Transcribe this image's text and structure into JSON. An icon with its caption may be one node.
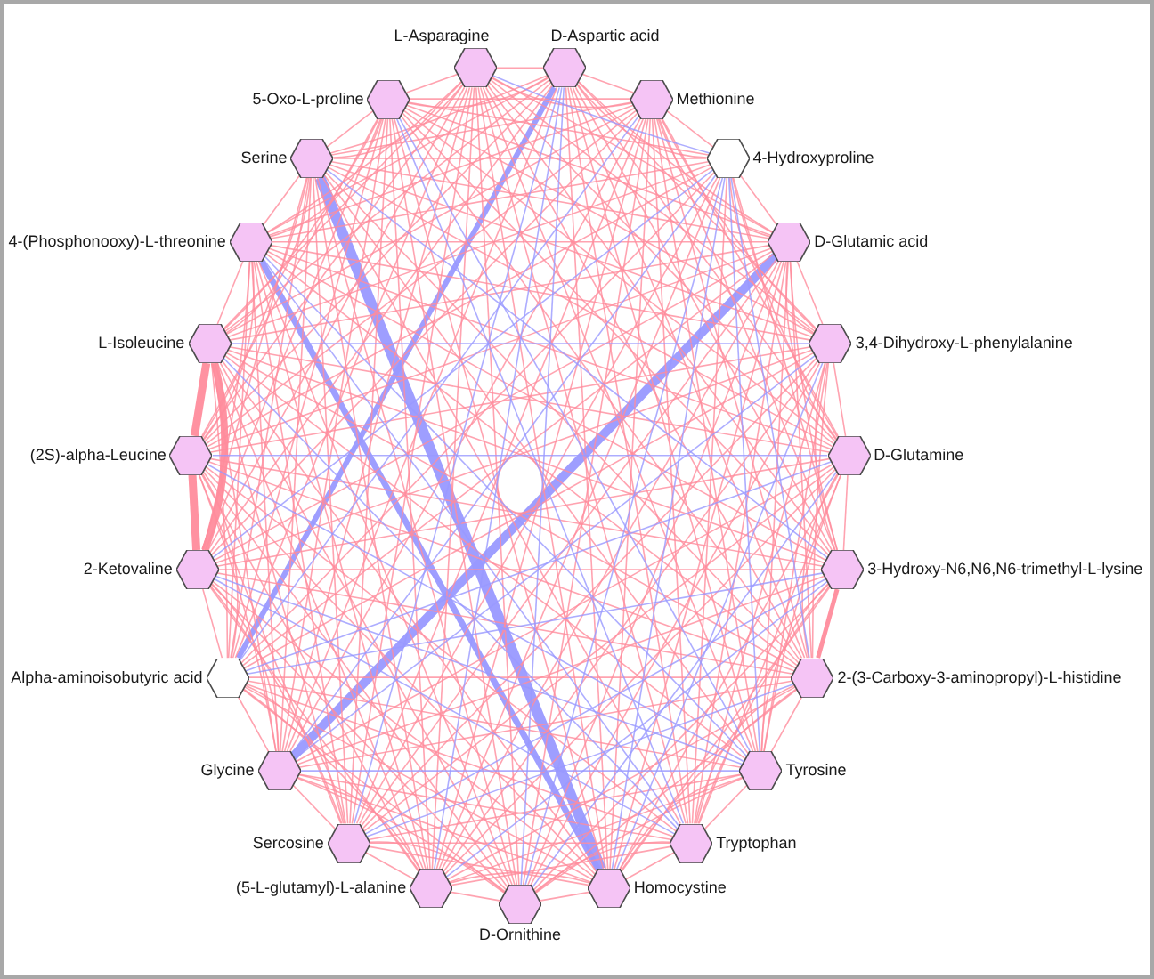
{
  "diagram": {
    "nodes": [
      {
        "text": [
          "L-Asparagine"
        ]
      },
      {
        "text": [
          "D-Aspartic acid"
        ]
      },
      {
        "text": [
          "Methionine"
        ]
      },
      {
        "text": [
          "4-Hydroxyproline"
        ]
      },
      {
        "text": [
          "D-Glutamic acid"
        ]
      },
      {
        "text": [
          "3,4-Dihydroxy-L-phenylalanine"
        ]
      },
      {
        "text": [
          "D-Glutamine"
        ]
      },
      {
        "text": [
          "3-Hydroxy-N6,N6,N6-trimethyl-L-lysine"
        ]
      },
      {
        "text": [
          "2-(3-Carboxy-3-aminopropyl)-L-histidine"
        ]
      },
      {
        "text": [
          "Tyrosine"
        ]
      },
      {
        "text": [
          "Tryptophan"
        ]
      },
      {
        "text": [
          "Homocystine"
        ]
      },
      {
        "text": [
          "D-Ornithine"
        ]
      },
      {
        "text": [
          "(5-L-glutamyl)-L-alanine"
        ]
      },
      {
        "text": [
          "Sercosine"
        ]
      },
      {
        "text": [
          "Glycine"
        ]
      },
      {
        "text": [
          "Alpha-aminoisobutyric acid"
        ]
      },
      {
        "text": [
          "2-Ketovaline"
        ]
      },
      {
        "text": [
          "(2S)-alpha-Leucine"
        ]
      },
      {
        "text": [
          "L-Isoleucine"
        ]
      },
      {
        "text": [
          "4-(Phosphonooxy)-L-threonine"
        ]
      },
      {
        "text": [
          "Serine"
        ]
      },
      {
        "text": [
          "5-Oxo-L-proline"
        ]
      }
    ],
    "edges": [
      {
        "from": 0,
        "to": 1,
        "arrow": "none"
      },
      {
        "from": 0,
        "to": 2,
        "arrow": "none"
      },
      {
        "from": 0,
        "to": 3,
        "arrow": "none",
        "color": "#9999ff"
      },
      {
        "from": 0,
        "to": 4,
        "arrow": "none"
      },
      {
        "from": 0,
        "to": 5,
        "arrow": "none"
      },
      {
        "from": 0,
        "to": 6,
        "arrow": "none"
      },
      {
        "from": 0,
        "to": 7,
        "arrow": "none"
      },
      {
        "from": 0,
        "to": 8,
        "arrow": "none"
      },
      {
        "from": 0,
        "to": 9,
        "arrow": "none"
      },
      {
        "from": 0,
        "to": 10,
        "arrow": "none"
      },
      {
        "from": 0,
        "to": 11,
        "arrow": "none"
      },
      {
        "from": 0,
        "to": 12,
        "arrow": "none"
      },
      {
        "from": 0,
        "to": 13,
        "arrow": "none"
      },
      {
        "from": 0,
        "to": 14,
        "arrow": "none"
      },
      {
        "from": 0,
        "to": 15,
        "arrow": "none"
      },
      {
        "from": 0,
        "to": 16,
        "arrow": "none"
      },
      {
        "from": 0,
        "to": 17,
        "arrow": "none"
      },
      {
        "from": 0,
        "to": 18,
        "arrow": "none"
      },
      {
        "from": 0,
        "to": 19,
        "arrow": "none"
      },
      {
        "from": 0,
        "to": 20,
        "arrow": "none"
      },
      {
        "from": 0,
        "to": 21,
        "arrow": "none"
      },
      {
        "from": 0,
        "to": 22,
        "arrow": "none"
      },
      {
        "from": 1,
        "to": 2,
        "arrow": "none"
      },
      {
        "from": 1,
        "to": 3,
        "arrow": "none"
      },
      {
        "from": 1,
        "to": 4,
        "arrow": "none"
      },
      {
        "from": 1,
        "to": 5,
        "arrow": "none"
      },
      {
        "from": 1,
        "to": 6,
        "arrow": "none"
      },
      {
        "from": 1,
        "to": 7,
        "arrow": "none"
      },
      {
        "from": 1,
        "to": 8,
        "arrow": "none"
      },
      {
        "from": 1,
        "to": 9,
        "arrow": "none"
      },
      {
        "from": 1,
        "to": 10,
        "arrow": "none"
      },
      {
        "from": 1,
        "to": 11,
        "arrow": "none"
      },
      {
        "from": 1,
        "to": 12,
        "arrow": "none",
        "color": "#9999ff"
      },
      {
        "from": 1,
        "to": 13,
        "arrow": "none",
        "color": "#9999ff"
      },
      {
        "from": 1,
        "to": 14,
        "arrow": "none",
        "color": "#9999ff"
      },
      {
        "from": 1,
        "to": 15,
        "arrow": "none"
      },
      {
        "from": 1,
        "to": 16,
        "arrow": "none",
        "color": "#9999ff",
        "style": "thick"
      },
      {
        "from": 1,
        "to": 17,
        "arrow": "none"
      },
      {
        "from": 1,
        "to": 18,
        "arrow": "none"
      },
      {
        "from": 1,
        "to": 19,
        "arrow": "none"
      },
      {
        "from": 1,
        "to": 20,
        "arrow": "none"
      },
      {
        "from": 1,
        "to": 21,
        "arrow": "none"
      },
      {
        "from": 1,
        "to": 22,
        "arrow": "none"
      },
      {
        "from": 2,
        "to": 3,
        "arrow": "none"
      },
      {
        "from": 2,
        "to": 4,
        "arrow": "none"
      },
      {
        "from": 2,
        "to": 5,
        "arrow": "none"
      },
      {
        "from": 2,
        "to": 6,
        "arrow": "none"
      },
      {
        "from": 2,
        "to": 7,
        "arrow": "none"
      },
      {
        "from": 2,
        "to": 8,
        "arrow": "none"
      },
      {
        "from": 2,
        "to": 9,
        "arrow": "none"
      },
      {
        "from": 2,
        "to": 10,
        "arrow": "none"
      },
      {
        "from": 2,
        "to": 11,
        "arrow": "none"
      },
      {
        "from": 2,
        "to": 12,
        "arrow": "none"
      },
      {
        "from": 2,
        "to": 13,
        "arrow": "none"
      },
      {
        "from": 2,
        "to": 14,
        "arrow": "none"
      },
      {
        "from": 2,
        "to": 15,
        "arrow": "none"
      },
      {
        "from": 2,
        "to": 16,
        "arrow": "none",
        "color": "#9999ff"
      },
      {
        "from": 2,
        "to": 17,
        "arrow": "none"
      },
      {
        "from": 2,
        "to": 18,
        "arrow": "none"
      },
      {
        "from": 2,
        "to": 19,
        "arrow": "none"
      },
      {
        "from": 2,
        "to": 20,
        "arrow": "none"
      },
      {
        "from": 2,
        "to": 21,
        "arrow": "none"
      },
      {
        "from": 2,
        "to": 22,
        "arrow": "none"
      },
      {
        "from": 3,
        "to": 4,
        "arrow": "none"
      },
      {
        "from": 3,
        "to": 5,
        "arrow": "none"
      },
      {
        "from": 3,
        "to": 6,
        "arrow": "none"
      },
      {
        "from": 3,
        "to": 7,
        "arrow": "none"
      },
      {
        "from": 3,
        "to": 8,
        "arrow": "none",
        "color": "#9999ff"
      },
      {
        "from": 3,
        "to": 9,
        "arrow": "none",
        "color": "#9999ff"
      },
      {
        "from": 3,
        "to": 10,
        "arrow": "none"
      },
      {
        "from": 3,
        "to": 11,
        "arrow": "none",
        "color": "#9999ff"
      },
      {
        "from": 3,
        "to": 12,
        "arrow": "none",
        "color": "#9999ff"
      },
      {
        "from": 3,
        "to": 13,
        "arrow": "none"
      },
      {
        "from": 3,
        "to": 14,
        "arrow": "none"
      },
      {
        "from": 3,
        "to": 15,
        "arrow": "none",
        "color": "#9999ff"
      },
      {
        "from": 3,
        "to": 16,
        "arrow": "none"
      },
      {
        "from": 3,
        "to": 17,
        "arrow": "none",
        "color": "#9999ff"
      },
      {
        "from": 3,
        "to": 18,
        "arrow": "none"
      },
      {
        "from": 3,
        "to": 19,
        "arrow": "none"
      },
      {
        "from": 3,
        "to": 20,
        "arrow": "none"
      },
      {
        "from": 3,
        "to": 21,
        "arrow": "none"
      },
      {
        "from": 3,
        "to": 22,
        "arrow": "none"
      },
      {
        "from": 4,
        "to": 5,
        "arrow": "none"
      },
      {
        "from": 4,
        "to": 6,
        "arrow": "none"
      },
      {
        "from": 4,
        "to": 7,
        "arrow": "none"
      },
      {
        "from": 4,
        "to": 8,
        "arrow": "none"
      },
      {
        "from": 4,
        "to": 9,
        "arrow": "none"
      },
      {
        "from": 4,
        "to": 10,
        "arrow": "none"
      },
      {
        "from": 4,
        "to": 11,
        "arrow": "none"
      },
      {
        "from": 4,
        "to": 12,
        "arrow": "none"
      },
      {
        "from": 4,
        "to": 13,
        "arrow": "none"
      },
      {
        "from": 4,
        "to": 14,
        "arrow": "none"
      },
      {
        "from": 4,
        "to": 15,
        "arrow": "none",
        "color": "#9999ff",
        "style": "thick"
      },
      {
        "from": 4,
        "to": 16,
        "arrow": "none"
      },
      {
        "from": 4,
        "to": 17,
        "arrow": "none"
      },
      {
        "from": 4,
        "to": 18,
        "arrow": "none"
      },
      {
        "from": 4,
        "to": 19,
        "arrow": "none"
      },
      {
        "from": 4,
        "to": 20,
        "arrow": "none"
      },
      {
        "from": 4,
        "to": 21,
        "arrow": "none"
      },
      {
        "from": 4,
        "to": 22,
        "arrow": "none"
      },
      {
        "from": 5,
        "to": 6,
        "arrow": "none"
      },
      {
        "from": 5,
        "to": 7,
        "arrow": "none"
      },
      {
        "from": 5,
        "to": 8,
        "arrow": "none"
      },
      {
        "from": 5,
        "to": 9,
        "arrow": "none"
      },
      {
        "from": 5,
        "to": 10,
        "arrow": "none"
      },
      {
        "from": 5,
        "to": 11,
        "arrow": "none",
        "color": "#9999ff"
      },
      {
        "from": 5,
        "to": 12,
        "arrow": "none"
      },
      {
        "from": 5,
        "to": 13,
        "arrow": "none"
      },
      {
        "from": 5,
        "to": 14,
        "arrow": "none"
      },
      {
        "from": 5,
        "to": 15,
        "arrow": "none",
        "color": "#9999ff"
      },
      {
        "from": 5,
        "to": 16,
        "arrow": "none"
      },
      {
        "from": 5,
        "to": 17,
        "arrow": "none"
      },
      {
        "from": 5,
        "to": 18,
        "arrow": "none"
      },
      {
        "from": 5,
        "to": 19,
        "arrow": "none",
        "color": "#9999ff"
      },
      {
        "from": 5,
        "to": 20,
        "arrow": "none"
      },
      {
        "from": 5,
        "to": 21,
        "arrow": "none"
      },
      {
        "from": 5,
        "to": 22,
        "arrow": "none"
      },
      {
        "from": 6,
        "to": 7,
        "arrow": "none"
      },
      {
        "from": 6,
        "to": 8,
        "arrow": "none"
      },
      {
        "from": 6,
        "to": 9,
        "arrow": "none"
      },
      {
        "from": 6,
        "to": 10,
        "arrow": "none"
      },
      {
        "from": 6,
        "to": 11,
        "arrow": "none"
      },
      {
        "from": 6,
        "to": 12,
        "arrow": "none",
        "color": "#9999ff"
      },
      {
        "from": 6,
        "to": 13,
        "arrow": "none"
      },
      {
        "from": 6,
        "to": 14,
        "arrow": "none"
      },
      {
        "from": 6,
        "to": 15,
        "arrow": "none"
      },
      {
        "from": 6,
        "to": 16,
        "arrow": "none",
        "color": "#9999ff"
      },
      {
        "from": 6,
        "to": 17,
        "arrow": "none"
      },
      {
        "from": 6,
        "to": 18,
        "arrow": "none",
        "color": "#9999ff"
      },
      {
        "from": 6,
        "to": 19,
        "arrow": "none"
      },
      {
        "from": 6,
        "to": 20,
        "arrow": "none"
      },
      {
        "from": 6,
        "to": 21,
        "arrow": "none"
      },
      {
        "from": 6,
        "to": 22,
        "arrow": "none"
      },
      {
        "from": 7,
        "to": 8,
        "arrow": "none",
        "style": "thick"
      },
      {
        "from": 7,
        "to": 9,
        "arrow": "none"
      },
      {
        "from": 7,
        "to": 10,
        "arrow": "none"
      },
      {
        "from": 7,
        "to": 11,
        "arrow": "none"
      },
      {
        "from": 7,
        "to": 12,
        "arrow": "none"
      },
      {
        "from": 7,
        "to": 13,
        "arrow": "none",
        "color": "#9999ff"
      },
      {
        "from": 7,
        "to": 14,
        "arrow": "none",
        "color": "#9999ff"
      },
      {
        "from": 7,
        "to": 15,
        "arrow": "none"
      },
      {
        "from": 7,
        "to": 16,
        "arrow": "none",
        "color": "#9999ff"
      },
      {
        "from": 7,
        "to": 17,
        "arrow": "none"
      },
      {
        "from": 7,
        "to": 18,
        "arrow": "none"
      },
      {
        "from": 7,
        "to": 19,
        "arrow": "none"
      },
      {
        "from": 7,
        "to": 20,
        "arrow": "none"
      },
      {
        "from": 7,
        "to": 21,
        "arrow": "none",
        "color": "#9999ff"
      },
      {
        "from": 7,
        "to": 22,
        "arrow": "none"
      },
      {
        "from": 8,
        "to": 9,
        "arrow": "none"
      },
      {
        "from": 8,
        "to": 10,
        "arrow": "none"
      },
      {
        "from": 8,
        "to": 11,
        "arrow": "none"
      },
      {
        "from": 8,
        "to": 12,
        "arrow": "none"
      },
      {
        "from": 8,
        "to": 13,
        "arrow": "none"
      },
      {
        "from": 8,
        "to": 14,
        "arrow": "none",
        "color": "#9999ff"
      },
      {
        "from": 8,
        "to": 15,
        "arrow": "none"
      },
      {
        "from": 8,
        "to": 16,
        "arrow": "none"
      },
      {
        "from": 8,
        "to": 17,
        "arrow": "none"
      },
      {
        "from": 8,
        "to": 18,
        "arrow": "none"
      },
      {
        "from": 8,
        "to": 19,
        "arrow": "none"
      },
      {
        "from": 8,
        "to": 20,
        "arrow": "none"
      },
      {
        "from": 8,
        "to": 21,
        "arrow": "none"
      },
      {
        "from": 8,
        "to": 22,
        "arrow": "none"
      },
      {
        "from": 9,
        "to": 10,
        "arrow": "none"
      },
      {
        "from": 9,
        "to": 11,
        "arrow": "none"
      },
      {
        "from": 9,
        "to": 12,
        "arrow": "none"
      },
      {
        "from": 9,
        "to": 13,
        "arrow": "none"
      },
      {
        "from": 9,
        "to": 14,
        "arrow": "none"
      },
      {
        "from": 9,
        "to": 15,
        "arrow": "none",
        "color": "#9999ff"
      },
      {
        "from": 9,
        "to": 16,
        "arrow": "none"
      },
      {
        "from": 9,
        "to": 17,
        "arrow": "none",
        "color": "#9999ff"
      },
      {
        "from": 9,
        "to": 18,
        "arrow": "none",
        "color": "#9999ff"
      },
      {
        "from": 9,
        "to": 19,
        "arrow": "none"
      },
      {
        "from": 9,
        "to": 20,
        "arrow": "none",
        "color": "#9999ff"
      },
      {
        "from": 9,
        "to": 21,
        "arrow": "none"
      },
      {
        "from": 9,
        "to": 22,
        "arrow": "none",
        "color": "#9999ff"
      },
      {
        "from": 10,
        "to": 11,
        "arrow": "none"
      },
      {
        "from": 10,
        "to": 12,
        "arrow": "none"
      },
      {
        "from": 10,
        "to": 13,
        "arrow": "none"
      },
      {
        "from": 10,
        "to": 14,
        "arrow": "none"
      },
      {
        "from": 10,
        "to": 15,
        "arrow": "none"
      },
      {
        "from": 10,
        "to": 16,
        "arrow": "none"
      },
      {
        "from": 10,
        "to": 17,
        "arrow": "none",
        "color": "#9999ff"
      },
      {
        "from": 10,
        "to": 18,
        "arrow": "none"
      },
      {
        "from": 10,
        "to": 19,
        "arrow": "none",
        "color": "#9999ff"
      },
      {
        "from": 10,
        "to": 20,
        "arrow": "none",
        "color": "#9999ff"
      },
      {
        "from": 10,
        "to": 21,
        "arrow": "none"
      },
      {
        "from": 10,
        "to": 22,
        "arrow": "none",
        "color": "#9999ff"
      },
      {
        "from": 11,
        "to": 12,
        "arrow": "none"
      },
      {
        "from": 11,
        "to": 13,
        "arrow": "none"
      },
      {
        "from": 11,
        "to": 14,
        "arrow": "none"
      },
      {
        "from": 11,
        "to": 15,
        "arrow": "none"
      },
      {
        "from": 11,
        "to": 16,
        "arrow": "none"
      },
      {
        "from": 11,
        "to": 17,
        "arrow": "none"
      },
      {
        "from": 11,
        "to": 18,
        "arrow": "none"
      },
      {
        "from": 11,
        "to": 19,
        "arrow": "none"
      },
      {
        "from": 11,
        "to": 20,
        "arrow": "none",
        "color": "#9999ff",
        "style": "thick"
      },
      {
        "from": 11,
        "to": 21,
        "arrow": "none",
        "color": "#9999ff",
        "style": "thick"
      },
      {
        "from": 11,
        "to": 22,
        "arrow": "none"
      },
      {
        "from": 12,
        "to": 13,
        "arrow": "none"
      },
      {
        "from": 12,
        "to": 14,
        "arrow": "none"
      },
      {
        "from": 12,
        "to": 15,
        "arrow": "none"
      },
      {
        "from": 12,
        "to": 16,
        "arrow": "none"
      },
      {
        "from": 12,
        "to": 17,
        "arrow": "none"
      },
      {
        "from": 12,
        "to": 18,
        "arrow": "none"
      },
      {
        "from": 12,
        "to": 19,
        "arrow": "none"
      },
      {
        "from": 12,
        "to": 20,
        "arrow": "none"
      },
      {
        "from": 12,
        "to": 21,
        "arrow": "none"
      },
      {
        "from": 12,
        "to": 22,
        "arrow": "none"
      },
      {
        "from": 13,
        "to": 14,
        "arrow": "none"
      },
      {
        "from": 13,
        "to": 15,
        "arrow": "none"
      },
      {
        "from": 13,
        "to": 16,
        "arrow": "none"
      },
      {
        "from": 13,
        "to": 17,
        "arrow": "none"
      },
      {
        "from": 13,
        "to": 18,
        "arrow": "none"
      },
      {
        "from": 13,
        "to": 19,
        "arrow": "none"
      },
      {
        "from": 13,
        "to": 20,
        "arrow": "none"
      },
      {
        "from": 13,
        "to": 21,
        "arrow": "none"
      },
      {
        "from": 13,
        "to": 22,
        "arrow": "none"
      },
      {
        "from": 14,
        "to": 15,
        "arrow": "none"
      },
      {
        "from": 14,
        "to": 16,
        "arrow": "none"
      },
      {
        "from": 14,
        "to": 17,
        "arrow": "none"
      },
      {
        "from": 14,
        "to": 18,
        "arrow": "none"
      },
      {
        "from": 14,
        "to": 19,
        "arrow": "none"
      },
      {
        "from": 14,
        "to": 20,
        "arrow": "none"
      },
      {
        "from": 14,
        "to": 21,
        "arrow": "none"
      },
      {
        "from": 14,
        "to": 22,
        "arrow": "none"
      },
      {
        "from": 15,
        "to": 16,
        "arrow": "none"
      },
      {
        "from": 15,
        "to": 17,
        "arrow": "none"
      },
      {
        "from": 15,
        "to": 18,
        "arrow": "none"
      },
      {
        "from": 15,
        "to": 19,
        "arrow": "none"
      },
      {
        "from": 15,
        "to": 20,
        "arrow": "none"
      },
      {
        "from": 15,
        "to": 21,
        "arrow": "none"
      },
      {
        "from": 15,
        "to": 22,
        "arrow": "none"
      },
      {
        "from": 16,
        "to": 17,
        "arrow": "none"
      },
      {
        "from": 16,
        "to": 18,
        "arrow": "none"
      },
      {
        "from": 16,
        "to": 19,
        "arrow": "none"
      },
      {
        "from": 16,
        "to": 20,
        "arrow": "none"
      },
      {
        "from": 16,
        "to": 21,
        "arrow": "none"
      },
      {
        "from": 16,
        "to": 22,
        "arrow": "none"
      },
      {
        "from": 17,
        "to": 18,
        "arrow": "none",
        "style": "thick"
      },
      {
        "from": 17,
        "to": 19,
        "arrow": "none",
        "style": "thick"
      },
      {
        "from": 17,
        "to": 20,
        "arrow": "none"
      },
      {
        "from": 17,
        "to": 21,
        "arrow": "none"
      },
      {
        "from": 17,
        "to": 22,
        "arrow": "none"
      },
      {
        "from": 18,
        "to": 19,
        "arrow": "none",
        "style": "thick"
      },
      {
        "from": 18,
        "to": 20,
        "arrow": "none"
      },
      {
        "from": 18,
        "to": 21,
        "arrow": "none"
      },
      {
        "from": 18,
        "to": 22,
        "arrow": "none"
      },
      {
        "from": 19,
        "to": 20,
        "arrow": "none"
      },
      {
        "from": 19,
        "to": 21,
        "arrow": "none"
      },
      {
        "from": 19,
        "to": 22,
        "arrow": "none"
      },
      {
        "from": 20,
        "to": 21,
        "arrow": "none"
      },
      {
        "from": 20,
        "to": 22,
        "arrow": "none"
      },
      {
        "from": 21,
        "to": 22,
        "arrow": "none"
      }
    ]
  }
}
